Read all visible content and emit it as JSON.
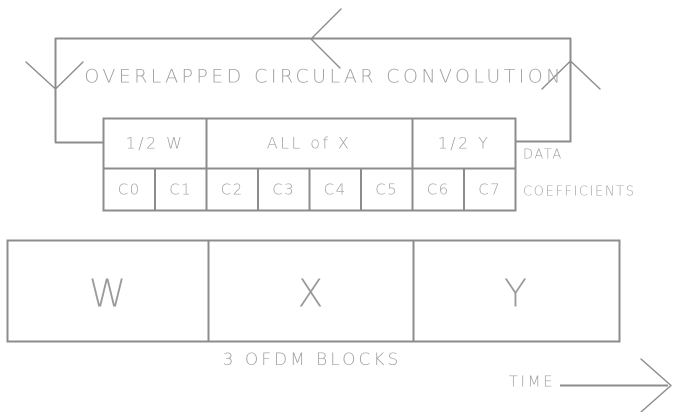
{
  "diagram": {
    "title": "OVERLAPPED CIRCULAR CONVOLUTION",
    "colors": {
      "line": "#8c8c8c",
      "text": "#a0a0a0",
      "background": "#ffffff"
    },
    "data_row": {
      "cells": [
        {
          "label": "1/2 W"
        },
        {
          "label": "ALL of X"
        },
        {
          "label": "1/2 Y"
        }
      ]
    },
    "coefficient_row": {
      "cells": [
        {
          "label": "C0"
        },
        {
          "label": "C1"
        },
        {
          "label": "C2"
        },
        {
          "label": "C3"
        },
        {
          "label": "C4"
        },
        {
          "label": "C5"
        },
        {
          "label": "C6"
        },
        {
          "label": "C7"
        }
      ]
    },
    "side_labels": {
      "data": "DATA",
      "coefficients": "COEFFICIENTS"
    },
    "ofdm_blocks": {
      "blocks": [
        {
          "label": "W"
        },
        {
          "label": "X"
        },
        {
          "label": "Y"
        }
      ],
      "caption": "3 OFDM BLOCKS"
    },
    "time_axis": {
      "label": "TIME"
    }
  }
}
